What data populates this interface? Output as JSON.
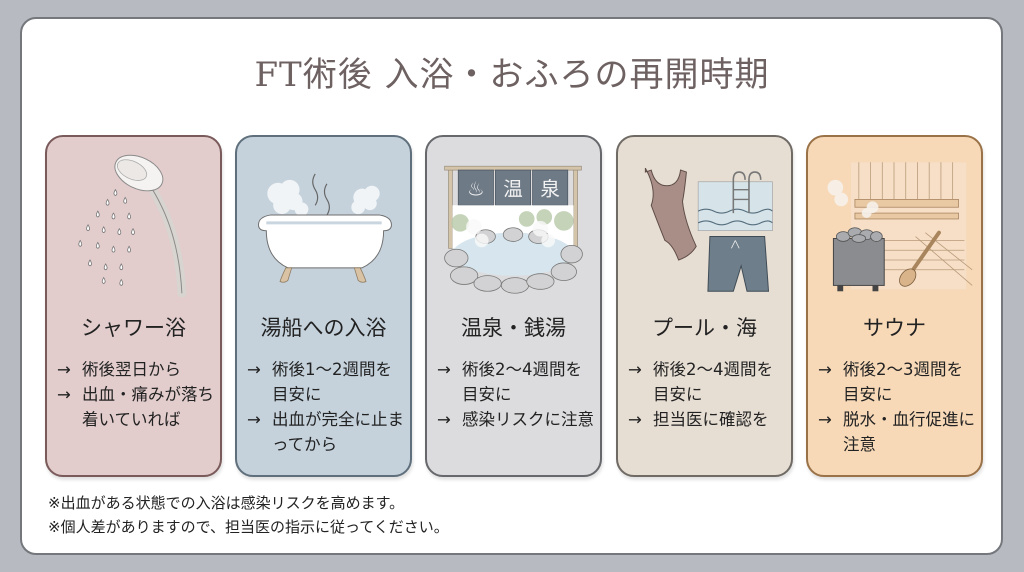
{
  "title": "FT術後 入浴・おふろの再開時期",
  "arrow": "→",
  "cards": [
    {
      "label": "シャワー浴",
      "icon": "shower-head-icon",
      "bg": "#e2cccc",
      "border": "#7a5a5a",
      "lines": [
        "術後翌日から",
        "出血・痛みが落ち着いていれば"
      ]
    },
    {
      "label": "湯船への入浴",
      "icon": "bathtub-icon",
      "bg": "#c5d2dc",
      "border": "#5f6f7c",
      "lines": [
        "術後1〜2週間を目安に",
        "出血が完全に止まってから"
      ]
    },
    {
      "label": "温泉・銭湯",
      "icon": "onsen-icon",
      "bg": "#dcdcde",
      "border": "#66686c",
      "lines": [
        "術後2〜4週間を目安に",
        "感染リスクに注意"
      ],
      "noren": [
        "♨",
        "温",
        "泉"
      ]
    },
    {
      "label": "プール・海",
      "icon": "swimwear-pool-icon",
      "bg": "#e6ddd3",
      "border": "#6f6a64",
      "lines": [
        "術後2〜4週間を目安に",
        "担当医に確認を"
      ]
    },
    {
      "label": "サウナ",
      "icon": "sauna-icon",
      "bg": "#f7d9b8",
      "border": "#9a7248",
      "lines": [
        "術後2〜3週間を目安に",
        "脱水・血行促進に注意"
      ]
    }
  ],
  "notes": [
    "※出血がある状態での入浴は感染リスクを高めます。",
    "※個人差がありますので、担当医の指示に従ってください。"
  ],
  "colors": {
    "page_bg": "#b7bbc1",
    "panel_bg": "#ffffff",
    "title": "#6e6162",
    "text": "#222222"
  }
}
